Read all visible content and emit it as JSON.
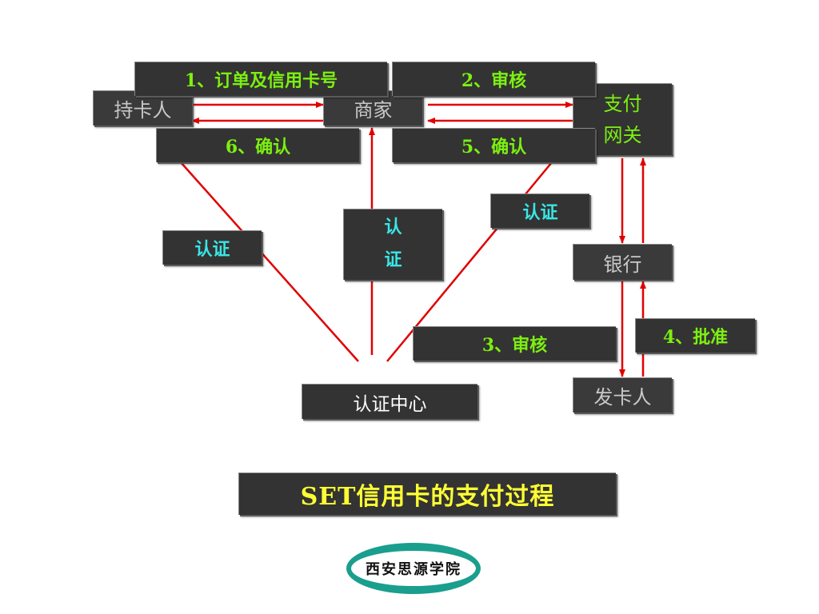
{
  "nodes": {
    "cardholder": "持卡人",
    "merchant": "商家",
    "gateway_line1": "支付",
    "gateway_line2": "网关",
    "bank": "银行",
    "issuer": "发卡人",
    "ca": "认证中心"
  },
  "steps": {
    "s1": "1、订单及信用卡号",
    "s2": "2、审核",
    "s3": "3、审核",
    "s4": "4、批准",
    "s5": "5、确认",
    "s6": "6、确认"
  },
  "auth": {
    "left": "认证",
    "center_line1": "认",
    "center_line2": "证",
    "right": "认证"
  },
  "title": "SET信用卡的支付过程",
  "logo": "西安思源学院",
  "colors": {
    "box": "#333333",
    "arrow": "#e00000",
    "step_text": "#7cf010",
    "auth_text": "#39e6e6",
    "title_text": "#ffff33",
    "logo_teal": "#1a9e8e"
  }
}
